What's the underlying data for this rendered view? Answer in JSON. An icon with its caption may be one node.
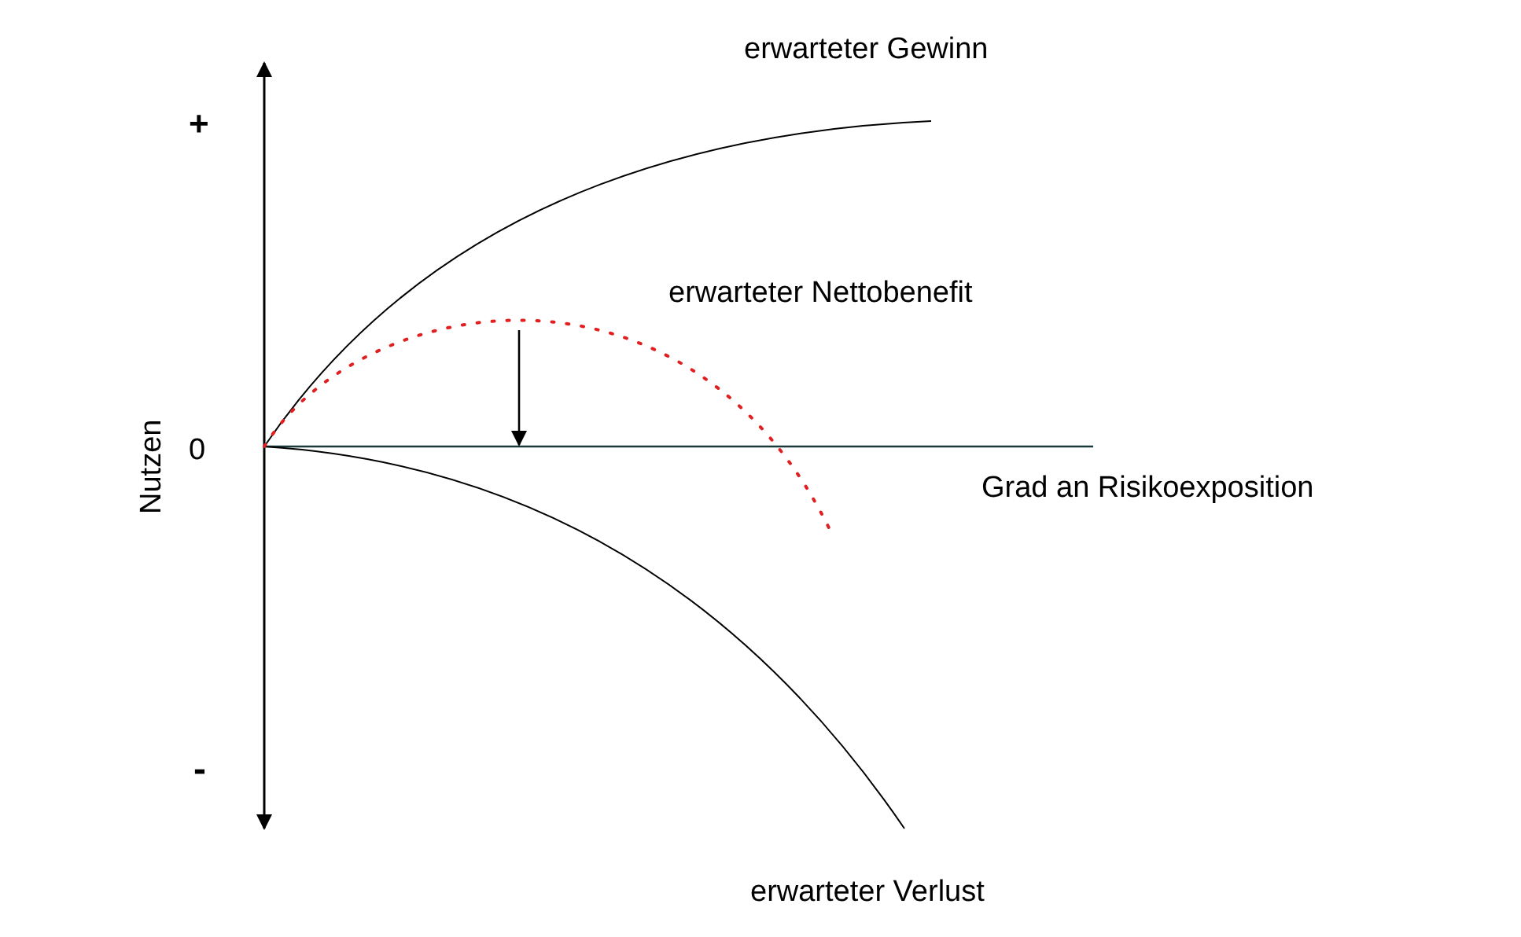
{
  "diagram": {
    "labels": [
      "erwarteter Gewinn",
      "+",
      "erwarteter Nettobenefit",
      "Nutzen",
      "0",
      "Grad an Risikoexposition",
      "-",
      "erwarteter Verlust"
    ]
  }
}
